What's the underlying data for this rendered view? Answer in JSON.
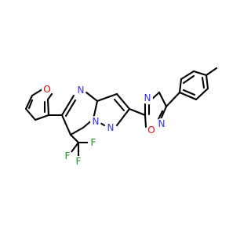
{
  "structure_type": "skeletal-structure",
  "colors": {
    "nitrogen": "#3434eb",
    "oxygen": "#e80000",
    "fluorine": "#1a8f1a",
    "bond": "#000000"
  },
  "atoms": {
    "o_furan": "O",
    "n_pyrimidine": "N",
    "n_bridge": "N",
    "n_pyrazole": "N",
    "n_oxadiazole_4": "N",
    "o_oxadiazole": "O",
    "n_oxadiazole_2": "N",
    "f_1": "F",
    "f_2": "F",
    "f_3": "F"
  }
}
